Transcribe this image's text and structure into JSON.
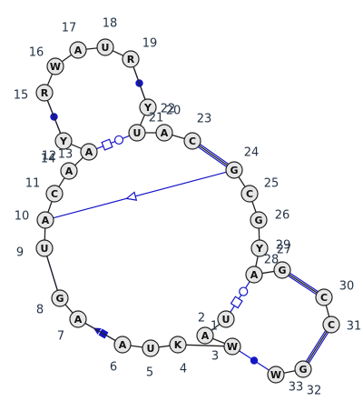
{
  "colors": {
    "backbone": "#222222",
    "nucleotide_fill": "#e6e6e6",
    "interaction": "#1515c8",
    "number_text": "#243447"
  },
  "nucleotides": [
    {
      "id": 1,
      "letter": "U",
      "label": "1"
    },
    {
      "id": 2,
      "letter": "A",
      "label": "2"
    },
    {
      "id": 3,
      "letter": "W",
      "label": "3"
    },
    {
      "id": 4,
      "letter": "K",
      "label": "4"
    },
    {
      "id": 5,
      "letter": "U",
      "label": "5"
    },
    {
      "id": 6,
      "letter": "A",
      "label": "6"
    },
    {
      "id": 7,
      "letter": "A",
      "label": "7"
    },
    {
      "id": 8,
      "letter": "G",
      "label": "8"
    },
    {
      "id": 9,
      "letter": "U",
      "label": "9"
    },
    {
      "id": 10,
      "letter": "A",
      "label": "10"
    },
    {
      "id": 11,
      "letter": "C",
      "label": "11"
    },
    {
      "id": 12,
      "letter": "A",
      "label": "12"
    },
    {
      "id": 13,
      "letter": "A",
      "label": "13"
    },
    {
      "id": 14,
      "letter": "Y",
      "label": "14"
    },
    {
      "id": 15,
      "letter": "R",
      "label": "15"
    },
    {
      "id": 16,
      "letter": "W",
      "label": "16"
    },
    {
      "id": 17,
      "letter": "A",
      "label": "17"
    },
    {
      "id": 18,
      "letter": "U",
      "label": "18"
    },
    {
      "id": 19,
      "letter": "R",
      "label": "19"
    },
    {
      "id": 20,
      "letter": "Y",
      "label": "20"
    },
    {
      "id": 21,
      "letter": "U",
      "label": "21"
    },
    {
      "id": 22,
      "letter": "A",
      "label": "22"
    },
    {
      "id": 23,
      "letter": "C",
      "label": "23"
    },
    {
      "id": 24,
      "letter": "G",
      "label": "24"
    },
    {
      "id": 25,
      "letter": "C",
      "label": "25"
    },
    {
      "id": 26,
      "letter": "G",
      "label": "26"
    },
    {
      "id": 27,
      "letter": "Y",
      "label": "27"
    },
    {
      "id": 28,
      "letter": "A",
      "label": "28"
    },
    {
      "id": 29,
      "letter": "G",
      "label": "29"
    },
    {
      "id": 30,
      "letter": "C",
      "label": "30"
    },
    {
      "id": 31,
      "letter": "C",
      "label": "31"
    },
    {
      "id": 32,
      "letter": "G",
      "label": "32"
    },
    {
      "id": 33,
      "letter": "W",
      "label": "33"
    }
  ],
  "interactions": [
    {
      "a": 1,
      "b": 28,
      "type": "square-circle"
    },
    {
      "a": 3,
      "b": 33,
      "type": "dot"
    },
    {
      "a": 6,
      "b": 7,
      "type": "filled-square-triangle"
    },
    {
      "a": 8,
      "b": 9,
      "type": "plain"
    },
    {
      "a": 10,
      "b": 24,
      "type": "open-triangle"
    },
    {
      "a": 13,
      "b": 21,
      "type": "square-circle"
    },
    {
      "a": 14,
      "b": 15,
      "type": "dot"
    },
    {
      "a": 19,
      "b": 20,
      "type": "dot"
    },
    {
      "a": 23,
      "b": 24,
      "type": "double"
    },
    {
      "a": 29,
      "b": 30,
      "type": "double"
    },
    {
      "a": 31,
      "b": 32,
      "type": "double"
    }
  ]
}
